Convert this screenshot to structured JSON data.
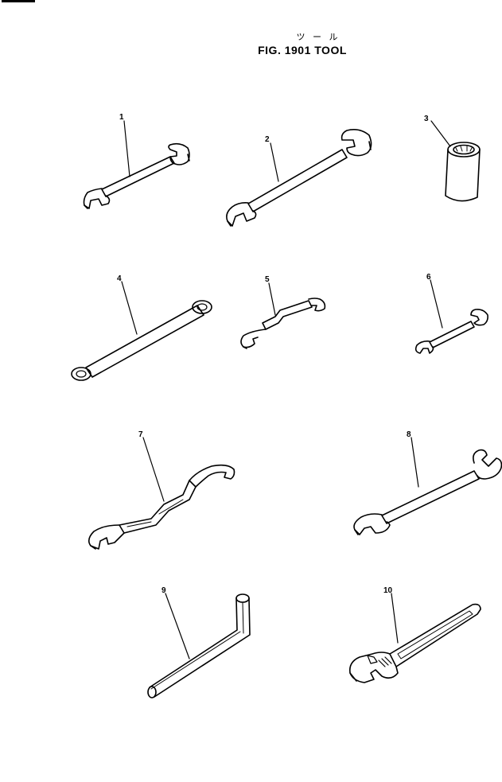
{
  "figure": {
    "title_jp": "ツ ー ル",
    "title": "FIG. 1901  TOOL"
  },
  "parts": [
    {
      "number": "1",
      "icon": "open-end-wrench-icon"
    },
    {
      "number": "2",
      "icon": "open-end-wrench-icon"
    },
    {
      "number": "3",
      "icon": "socket-icon"
    },
    {
      "number": "4",
      "icon": "box-end-wrench-icon"
    },
    {
      "number": "5",
      "icon": "hook-spanner-icon"
    },
    {
      "number": "6",
      "icon": "open-end-wrench-icon"
    },
    {
      "number": "7",
      "icon": "hook-spanner-icon"
    },
    {
      "number": "8",
      "icon": "open-end-wrench-icon"
    },
    {
      "number": "9",
      "icon": "hex-key-icon"
    },
    {
      "number": "10",
      "icon": "adjustable-wrench-icon"
    }
  ]
}
